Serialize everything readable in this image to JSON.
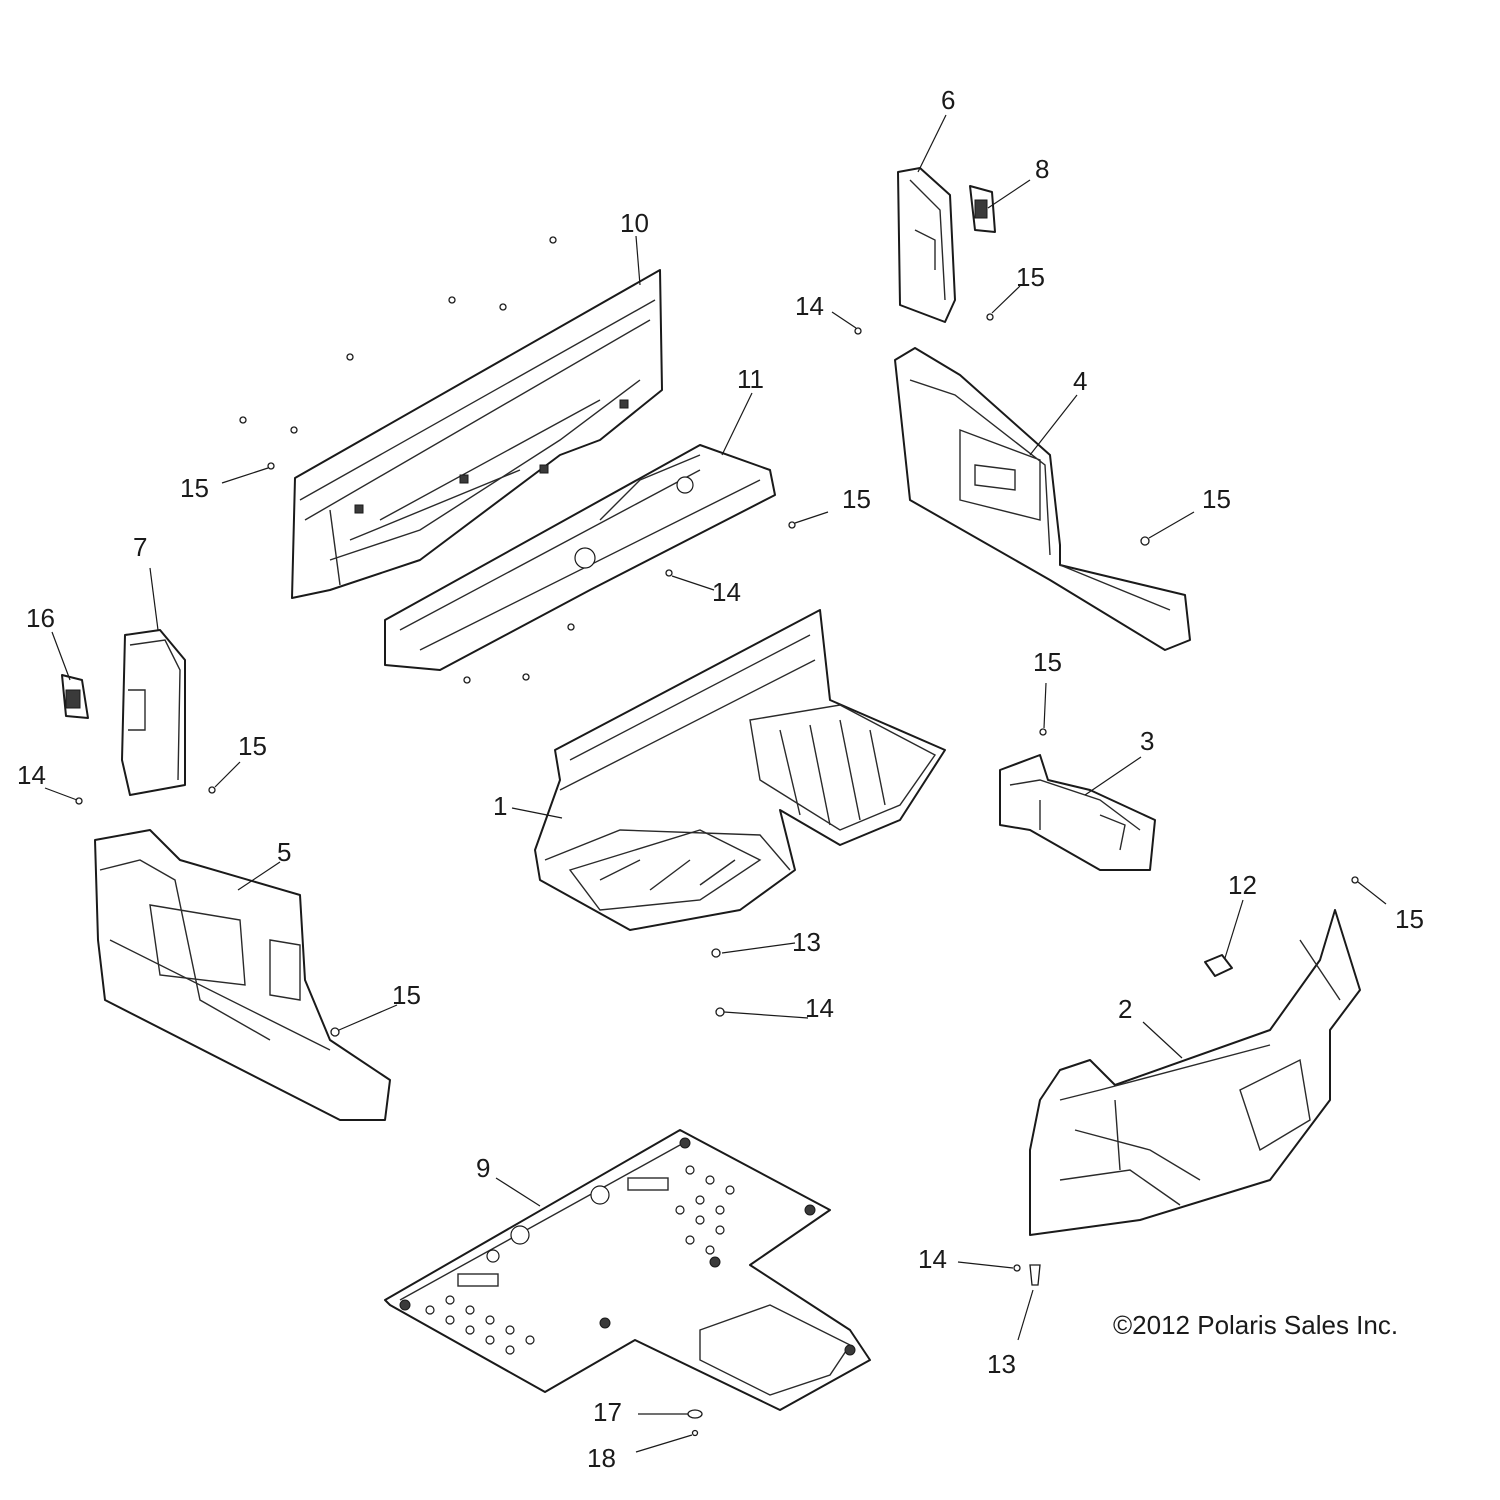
{
  "callouts": {
    "c1": "1",
    "c2": "2",
    "c3": "3",
    "c4": "4",
    "c5": "5",
    "c6": "6",
    "c7": "7",
    "c8": "8",
    "c9": "9",
    "c10": "10",
    "c11": "11",
    "c12": "12",
    "c13a": "13",
    "c13b": "13",
    "c14a": "14",
    "c14b": "14",
    "c14c": "14",
    "c14d": "14",
    "c14e": "14",
    "c15a": "15",
    "c15b": "15",
    "c15c": "15",
    "c15d": "15",
    "c15e": "15",
    "c15f": "15",
    "c15g": "15",
    "c15h": "15",
    "c16": "16",
    "c17": "17",
    "c18": "18"
  },
  "copyright": "©2012 Polaris Sales Inc."
}
